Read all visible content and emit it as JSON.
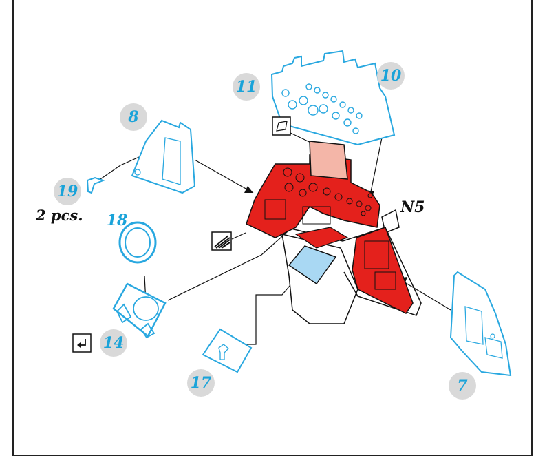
{
  "callouts": {
    "part_11": "11",
    "part_10": "10",
    "part_8": "8",
    "part_19": "19",
    "part_18": "18",
    "part_14": "14",
    "part_17": "17",
    "part_7": "7"
  },
  "labels": {
    "quantity_19": "2 pcs.",
    "assembly_code": "N5"
  },
  "colors": {
    "etch_part": "#29a8e0",
    "callout_bg": "#d9d9d9",
    "callout_text": "#1aa3d9",
    "panel_red": "#e4211c",
    "panel_pink": "#f4b6a8",
    "screen_blue": "#a9d8f3"
  },
  "icons": {
    "remove_icon": "parallelogram-icon",
    "sand_icon": "hatch-icon",
    "bend_icon": "bend-arrow-icon"
  }
}
